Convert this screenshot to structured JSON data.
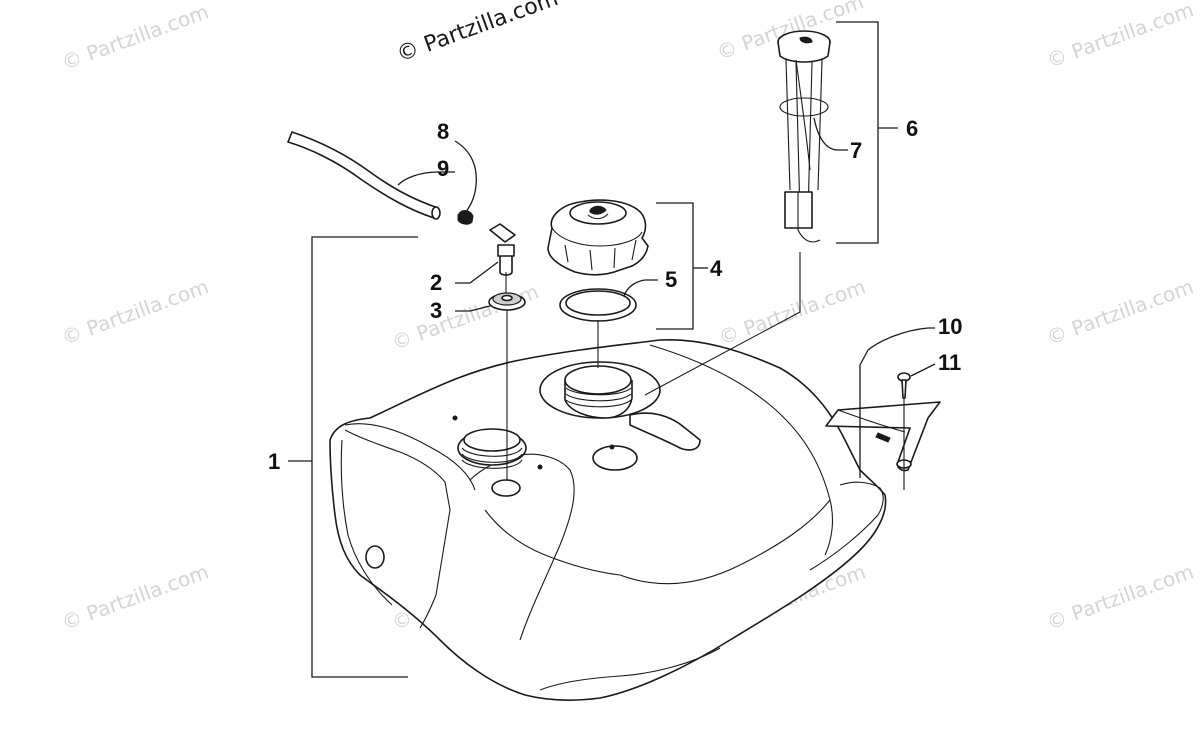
{
  "copyright": "© Partzilla.com",
  "watermark": "© Partzilla.com",
  "callouts": {
    "c1": "1",
    "c2": "2",
    "c3": "3",
    "c4": "4",
    "c5": "5",
    "c6": "6",
    "c7": "7",
    "c8": "8",
    "c9": "9",
    "c10": "10",
    "c11": "11"
  },
  "colors": {
    "line": "#1a1a1a",
    "watermark": "#d4d4d4",
    "background": "#ffffff"
  }
}
